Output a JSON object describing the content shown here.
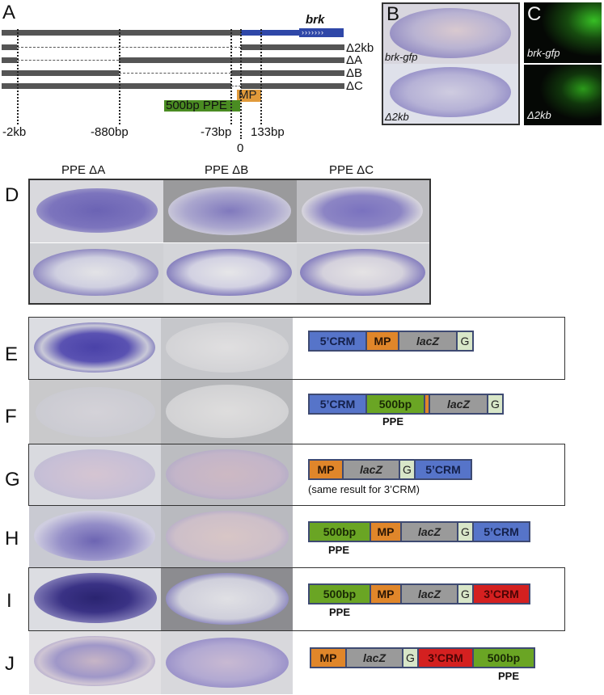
{
  "panels": {
    "A": {
      "letter": "A",
      "gene_label": "brk",
      "arrow_glyphs": "›››››››",
      "rows": [
        "Δ2kb",
        "ΔA",
        "ΔB",
        "ΔC"
      ],
      "mp_label": "MP",
      "ppe_label": "500bp PPE",
      "ticks": [
        "-2kb",
        "-880bp",
        "-73bp",
        "133bp"
      ],
      "zero_label": "0"
    },
    "B": {
      "letter": "B",
      "top_label": "brk-gfp",
      "bottom_label": "Δ2kb"
    },
    "C": {
      "letter": "C",
      "top_label": "brk-gfp",
      "bottom_label": "Δ2kb"
    },
    "D": {
      "letter": "D",
      "columns": [
        "PPE ΔA",
        "PPE ΔB",
        "PPE ΔC"
      ]
    },
    "E": {
      "letter": "E",
      "construct": [
        "5’CRM",
        "MP",
        "lacZ",
        "G"
      ]
    },
    "F": {
      "letter": "F",
      "construct": [
        "5’CRM",
        "500bp",
        "",
        "lacZ",
        "G"
      ],
      "sub_label": "PPE"
    },
    "G": {
      "letter": "G",
      "construct": [
        "MP",
        "lacZ",
        "G",
        "5’CRM"
      ],
      "note": "(same result for 3’CRM)"
    },
    "H": {
      "letter": "H",
      "construct": [
        "500bp",
        "MP",
        "lacZ",
        "G",
        "5’CRM"
      ],
      "sub_label": "PPE"
    },
    "I": {
      "letter": "I",
      "construct": [
        "500bp",
        "MP",
        "lacZ",
        "G",
        "3’CRM"
      ],
      "sub_label": "PPE"
    },
    "J": {
      "letter": "J",
      "construct": [
        "MP",
        "lacZ",
        "G",
        "3’CRM",
        "500bp"
      ],
      "sub_label": "PPE"
    }
  },
  "colors": {
    "crm5": "#5674c9",
    "crm3": "#d42020",
    "mp": "#e0862a",
    "ppe": "#6aa524",
    "lacz": "#9a9a9a",
    "g": "#d8e6c8",
    "stain": "#4a3f9a",
    "gfp": "#3fd22a"
  }
}
